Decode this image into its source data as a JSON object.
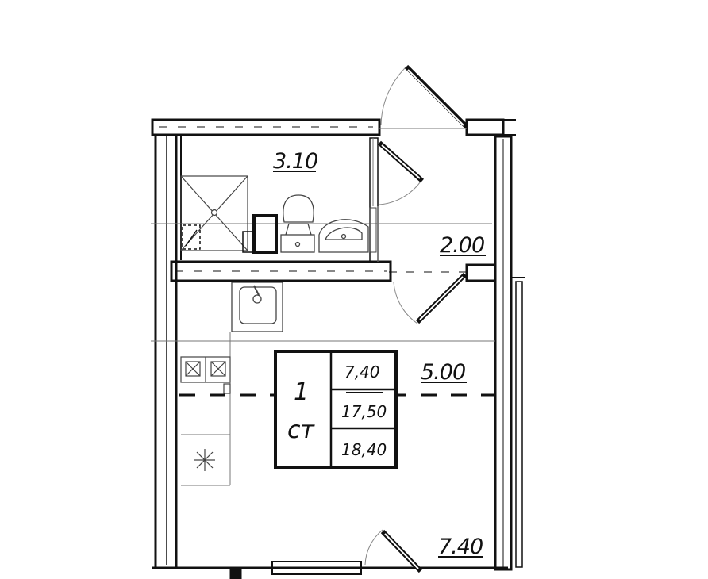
{
  "areas": {
    "bathroom": "3.10",
    "hall": "2.00",
    "kitchen": "5.00",
    "living": "7.40"
  },
  "apartment_label": {
    "number": "1",
    "type": "ст",
    "living_area": "7,40",
    "total_area": "17,50",
    "total_with_balcony": "18,40"
  },
  "colors": {
    "wall": "#111111",
    "thin_line": "#777777",
    "dashed_line": "#111111"
  },
  "icons": {
    "shower": "shower-tray-icon",
    "toilet": "toilet-icon",
    "washbasin": "washbasin-icon",
    "kitchen_sink": "kitchen-sink-icon",
    "stove": "stove-icon",
    "fan": "ventilation-icon"
  }
}
